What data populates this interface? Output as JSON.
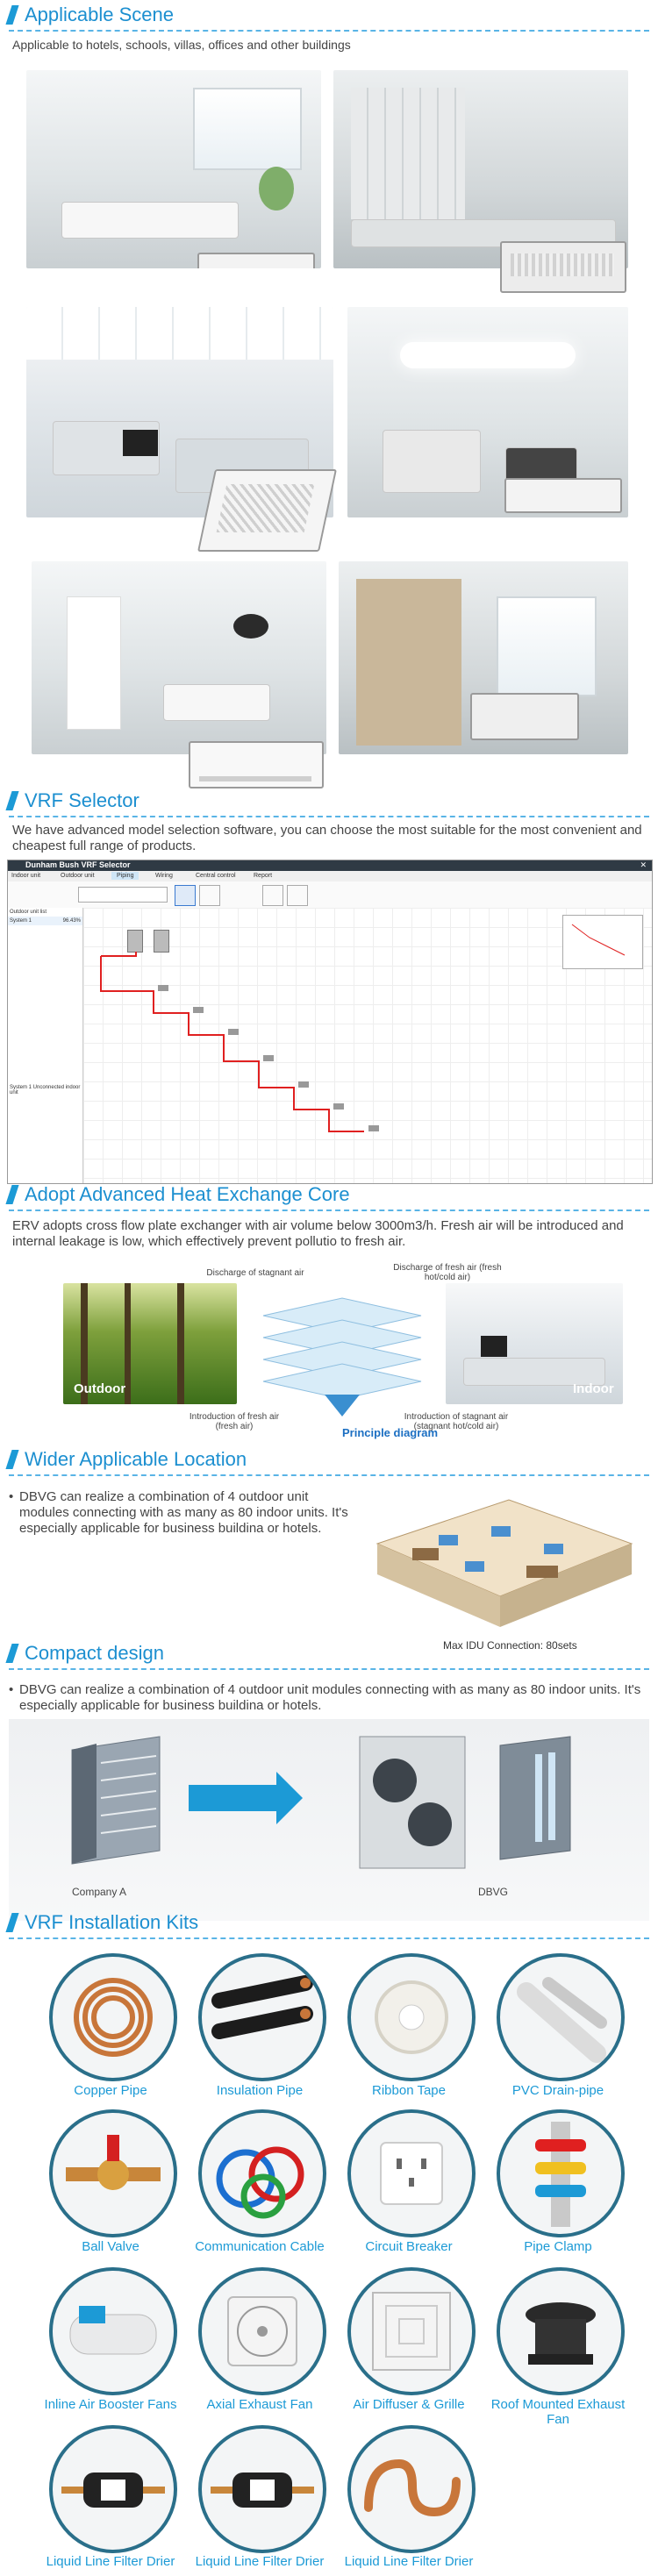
{
  "sections": {
    "applicable_scene": {
      "title": "Applicable Scene",
      "text": "Applicable to hotels, schools, villas, offices and other buildings"
    },
    "vrf_selector": {
      "title": "VRF Selector",
      "text": "We have advanced model selection software, you can choose the most suitable for the most convenient and cheapest full range of products."
    },
    "heat_exchange": {
      "title": "Adopt Advanced Heat Exchange Core",
      "text": "ERV adopts cross flow plate exchanger with air volume below 3000m3/h. Fresh air will be introduced and internal leakage is low, which effectively prevent pollutio to fresh air.",
      "label_discharge_stagnant": "Discharge of stagnant air",
      "label_discharge_fresh": "Discharge of fresh air (fresh hot/cold air)",
      "label_outdoor": "Outdoor",
      "label_indoor": "Indoor",
      "label_principle": "Principle diagram",
      "label_intro_fresh": "Introduction of fresh air (fresh air)",
      "label_intro_stagnant": "Introduction of stagnant air (stagnant hot/cold air)"
    },
    "wider_location": {
      "title": "Wider Applicable Location",
      "text": "DBVG can realize a combination of 4 outdoor unit modules connecting with as many as 80 indoor units. It's especially applicable for business buildina or hotels.",
      "caption": "Max IDU Connection: 80sets"
    },
    "compact": {
      "title": "Compact design",
      "text": "DBVG can realize a combination of 4 outdoor unit modules connecting with as many as 80 indoor units. It's especially applicable for business buildina or hotels.",
      "label_a": "Company A",
      "label_b": "DBVG"
    },
    "kits": {
      "title": "VRF Installation Kits",
      "items": [
        {
          "label": "Copper Pipe",
          "icon": "copper-pipe-icon"
        },
        {
          "label": "Insulation Pipe",
          "icon": "insulation-pipe-icon"
        },
        {
          "label": "Ribbon Tape",
          "icon": "ribbon-tape-icon"
        },
        {
          "label": "PVC Drain-pipe",
          "icon": "pvc-drain-pipe-icon"
        },
        {
          "label": "Ball Valve",
          "icon": "ball-valve-icon"
        },
        {
          "label": "Communication Cable",
          "icon": "communication-cable-icon"
        },
        {
          "label": "Circuit Breaker",
          "icon": "circuit-breaker-icon"
        },
        {
          "label": "Pipe Clamp",
          "icon": "pipe-clamp-icon"
        },
        {
          "label": "Inline Air Booster Fans",
          "icon": "inline-fan-icon"
        },
        {
          "label": "Axial Exhaust Fan",
          "icon": "axial-fan-icon"
        },
        {
          "label": "Air Diffuser & Grille",
          "icon": "air-diffuser-icon"
        },
        {
          "label": "Roof Mounted Exhaust Fan",
          "icon": "roof-fan-icon"
        },
        {
          "label": "Liquid Line Filter Drier",
          "icon": "filter-drier-icon"
        },
        {
          "label": "Liquid Line Filter Drier",
          "icon": "filter-drier-icon"
        },
        {
          "label": "Liquid Line Filter Drier",
          "icon": "copper-bend-icon"
        }
      ]
    }
  },
  "software": {
    "window_title": "Dunham Bush VRF Selector",
    "tabs": [
      "Indoor unit",
      "Outdoor unit",
      "Piping",
      "Wiring",
      "Central control",
      "Report"
    ],
    "tree_header": "Outdoor unit list",
    "tree_item_1": "System 1",
    "tree_item_1_value": "96.43%",
    "tree_item_2": "System 1 Unconnected indoor unit"
  },
  "colors": {
    "accent": "#1c9ad6",
    "circle_border": "#2a6f8a",
    "pipe_red": "#e02020"
  }
}
